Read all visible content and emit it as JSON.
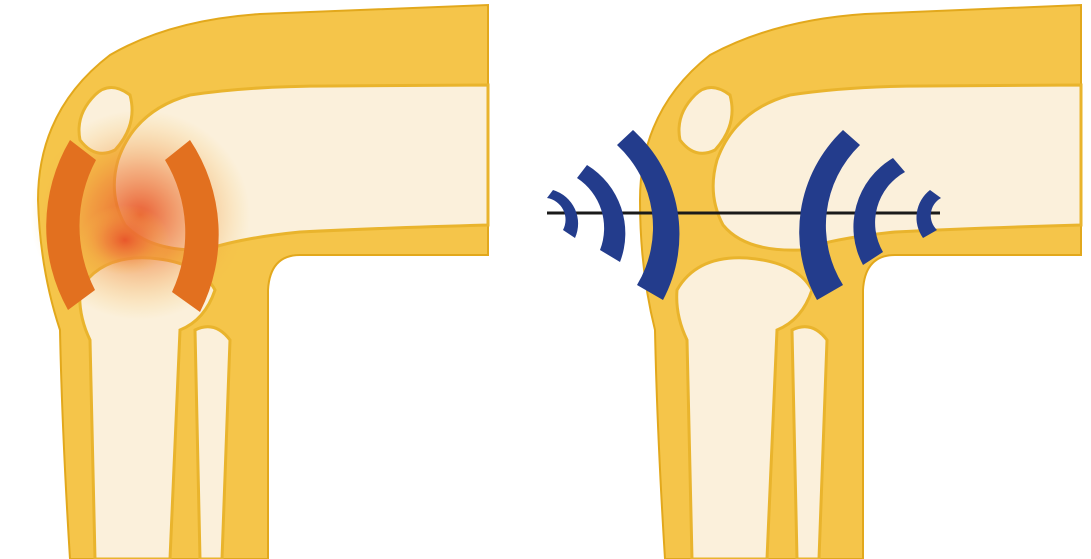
{
  "panels": [
    {
      "id": "inflamed-knee",
      "effect": "heat-waves"
    },
    {
      "id": "treated-knee",
      "effect": "ultrasound-waves"
    }
  ],
  "colors": {
    "skin": "#f5c54a",
    "skin_outline": "#e2a81c",
    "bone": "#fbf0db",
    "bone_outline": "#e9b42d",
    "inflammation": "#e8552a",
    "heat_arc": "#e2701f",
    "wave_arc": "#233c8c",
    "beam_line": "#1a1a1a"
  },
  "icons": [
    "heat-wave-icon",
    "ultrasound-wave-icon"
  ]
}
